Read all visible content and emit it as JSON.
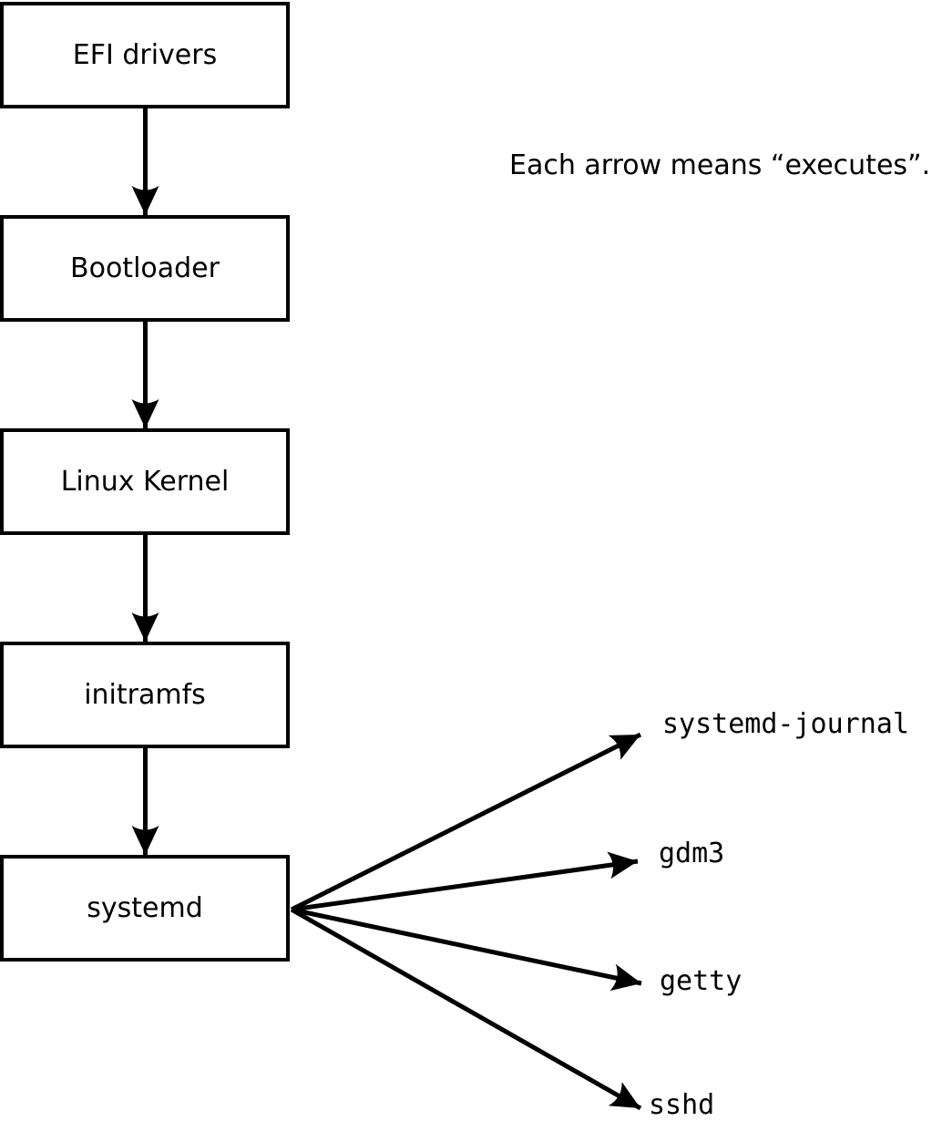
{
  "note": "Each arrow means “executes”.",
  "chain": [
    {
      "label": "EFI drivers"
    },
    {
      "label": "Bootloader"
    },
    {
      "label": "Linux Kernel"
    },
    {
      "label": "initramfs"
    },
    {
      "label": "systemd"
    }
  ],
  "services": [
    {
      "label": "systemd-journal"
    },
    {
      "label": "gdm3"
    },
    {
      "label": "getty"
    },
    {
      "label": "sshd"
    }
  ],
  "colors": {
    "ink": "#000000",
    "background": "#ffffff",
    "box_fill": "#ffffff"
  }
}
